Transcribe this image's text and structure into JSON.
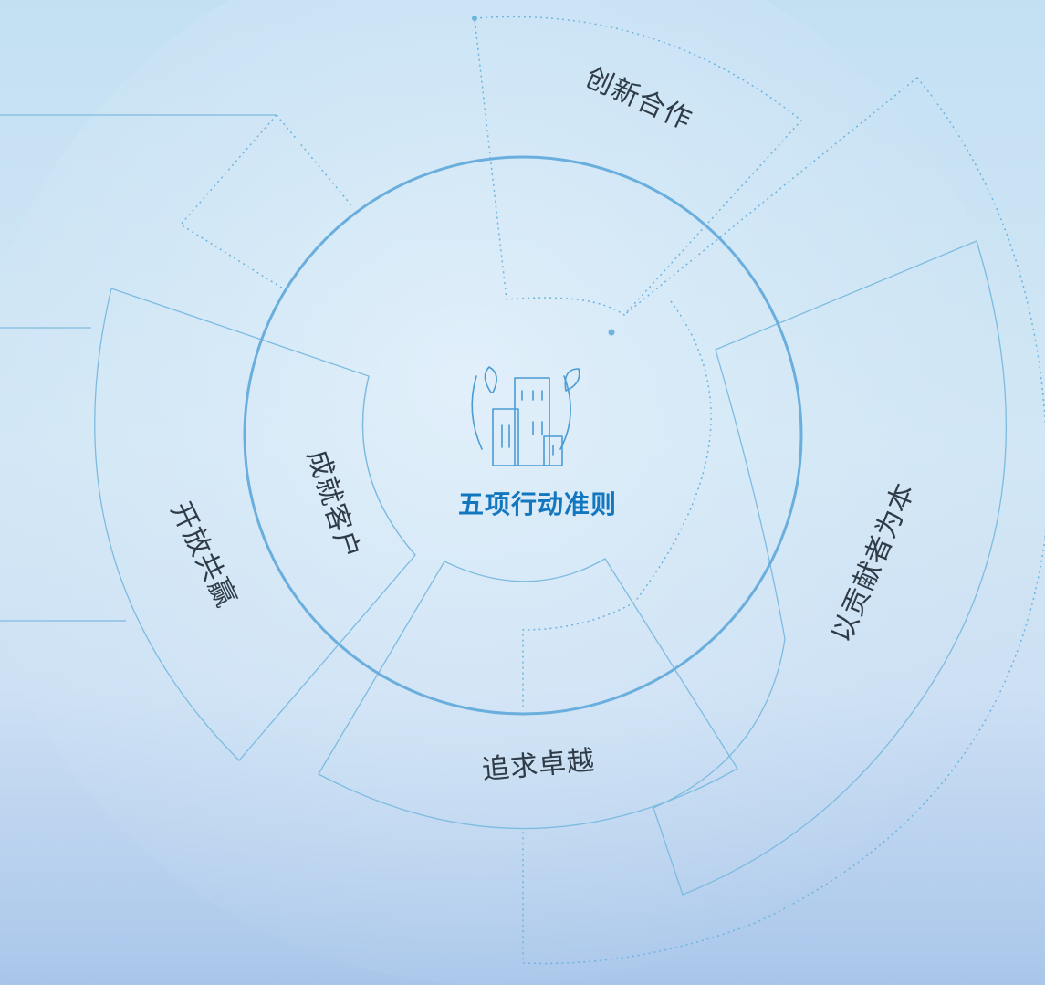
{
  "diagram": {
    "center_title": "五项行动准则",
    "center_icon": "city-buildings-leaves-icon",
    "segments": {
      "innovation": "创新合作",
      "contribution": "以贡献者为本",
      "excellence": "追求卓越",
      "customer": "成就客户",
      "openness": "开放共赢"
    },
    "colors": {
      "line": "#7dbbe0",
      "ring": "#6aaedd",
      "title": "#1377bf",
      "text": "#2f3b46"
    }
  }
}
